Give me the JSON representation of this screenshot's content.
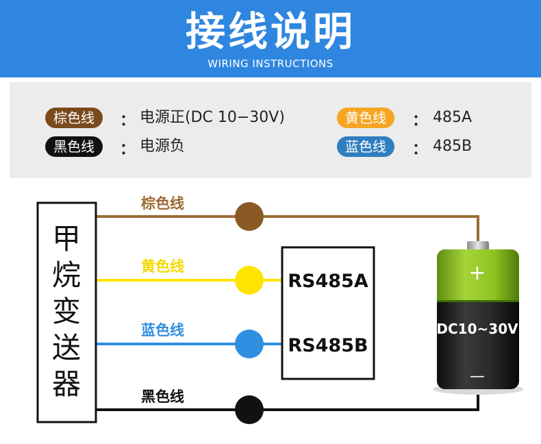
{
  "header": {
    "title": "接线说明",
    "subtitle": "WIRING INSTRUCTIONS"
  },
  "colors": {
    "header_bg": "#2f86e0",
    "brown": "#9c6b33",
    "yellow": "#ffe400",
    "blue": "#2f8fe0",
    "black": "#111111",
    "pill_yellow": "#f6a623",
    "pill_blue": "#2f7fc0",
    "battery_green": "#8dc21f"
  },
  "legend": [
    {
      "wire": "棕色线",
      "desc": "电源正(DC 10−30V)",
      "color": "#7a4a1c"
    },
    {
      "wire": "黄色线",
      "desc": "485A",
      "color": "#f6a623"
    },
    {
      "wire": "黑色线",
      "desc": "电源负",
      "color": "#111111"
    },
    {
      "wire": "蓝色线",
      "desc": "485B",
      "color": "#2f7fc0"
    }
  ],
  "legend_colon": "：",
  "device": {
    "label_chars": [
      "甲",
      "烷",
      "变",
      "送",
      "器"
    ]
  },
  "wires": {
    "brown": "棕色线",
    "yellow": "黄色线",
    "blue": "蓝色线",
    "black": "黑色线"
  },
  "module": {
    "a_label": "RS485A",
    "b_label": "RS485B"
  },
  "battery": {
    "plus": "+",
    "voltage": "DC10~30V",
    "minus": "—"
  }
}
